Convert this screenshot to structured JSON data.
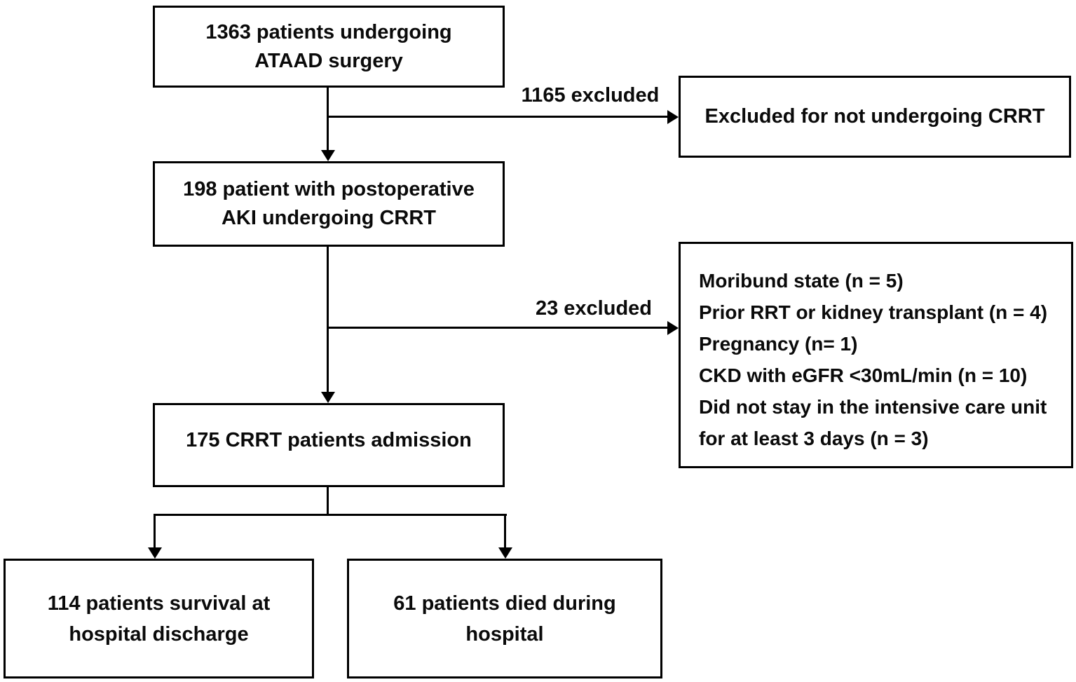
{
  "flow": {
    "box1": {
      "line1": "1363 patients undergoing",
      "line2": "ATAAD surgery"
    },
    "excluded1": {
      "arrow_label": "1165 excluded",
      "text": "Excluded for not undergoing CRRT"
    },
    "box2": {
      "line1": "198 patient with postoperative",
      "line2": "AKI undergoing CRRT"
    },
    "excluded2": {
      "arrow_label": "23 excluded",
      "items": [
        "Moribund state (n = 5)",
        "Prior RRT or kidney transplant (n = 4)",
        "Pregnancy (n= 1)",
        "CKD with eGFR <30mL/min (n = 10)",
        "Did not stay in the intensive care unit for at least 3 days (n = 3)"
      ]
    },
    "box3": {
      "text": "175 CRRT patients admission"
    },
    "outcome_left": {
      "line1": "114 patients survival at",
      "line2": "hospital discharge"
    },
    "outcome_right": {
      "line1": "61 patients died during",
      "line2": "hospital"
    }
  },
  "colors": {
    "line": "#000000",
    "text": "#0a0a0a",
    "background": "#ffffff"
  }
}
